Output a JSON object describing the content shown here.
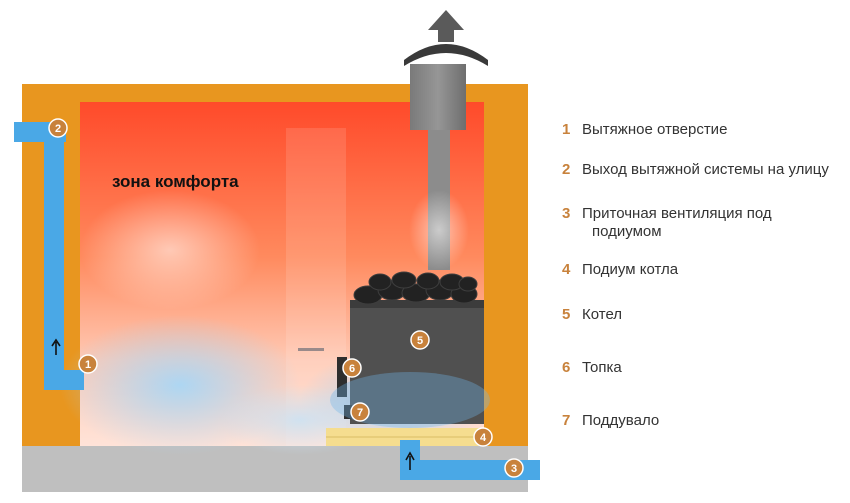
{
  "diagram": {
    "zone_label": "зона комфорта",
    "colors": {
      "wall": "#e8961f",
      "floor": "#bfbfbf",
      "heat_top": "#ff4a2a",
      "duct": "#4aa8e6",
      "badge": "#c8823c",
      "stove": "#505050"
    },
    "badges": [
      "1",
      "2",
      "3",
      "4",
      "5",
      "6",
      "7"
    ]
  },
  "legend": {
    "items": [
      {
        "num": "1",
        "text": "Вытяжное отверстие"
      },
      {
        "num": "2",
        "text": "Выход вытяжной системы на улицу"
      },
      {
        "num": "3",
        "text": "Приточная вентиляция под",
        "text2": "подиумом"
      },
      {
        "num": "4",
        "text": "Подиум котла"
      },
      {
        "num": "5",
        "text": "Котел"
      },
      {
        "num": "6",
        "text": "Топка"
      },
      {
        "num": "7",
        "text": "Поддувало"
      }
    ]
  }
}
